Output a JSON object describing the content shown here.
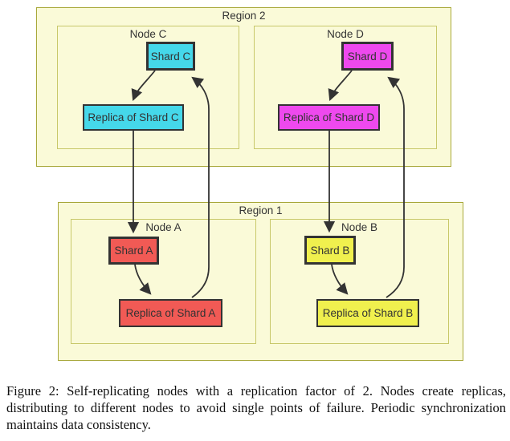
{
  "figure": {
    "regions": [
      {
        "label": "Region 2",
        "nodes": [
          {
            "label": "Node C",
            "shard": "Shard C",
            "replica": "Replica of Shard C",
            "color": "#45d8ea"
          },
          {
            "label": "Node D",
            "shard": "Shard D",
            "replica": "Replica of Shard D",
            "color": "#ee49ee"
          }
        ]
      },
      {
        "label": "Region 1",
        "nodes": [
          {
            "label": "Node A",
            "shard": "Shard A",
            "replica": "Replica of Shard A",
            "color": "#f15a55"
          },
          {
            "label": "Node B",
            "shard": "Shard B",
            "replica": "Replica of Shard B",
            "color": "#f0f04e"
          }
        ]
      }
    ],
    "edges": [
      {
        "from": "Shard C",
        "to": "Replica of Shard C"
      },
      {
        "from": "Replica of Shard C",
        "to": "Shard A"
      },
      {
        "from": "Shard A",
        "to": "Replica of Shard A"
      },
      {
        "from": "Replica of Shard A",
        "to": "Shard C"
      },
      {
        "from": "Shard D",
        "to": "Replica of Shard D"
      },
      {
        "from": "Replica of Shard D",
        "to": "Shard B"
      },
      {
        "from": "Shard B",
        "to": "Replica of Shard B"
      },
      {
        "from": "Replica of Shard B",
        "to": "Shard D"
      }
    ],
    "colors": {
      "region_fill": "#fafad8",
      "region_stroke": "#a8a83a",
      "node_stroke": "#c8c86a",
      "edge_stroke": "#333333",
      "cyan": "#45d8ea",
      "magenta": "#ee49ee",
      "red": "#f15a55",
      "yellow": "#f0f04e"
    }
  },
  "caption": {
    "text": "Figure 2: Self-replicating nodes with a replication factor of 2. Nodes create replicas, distributing to different nodes to avoid single points of failure. Periodic synchronization maintains data consistency."
  }
}
